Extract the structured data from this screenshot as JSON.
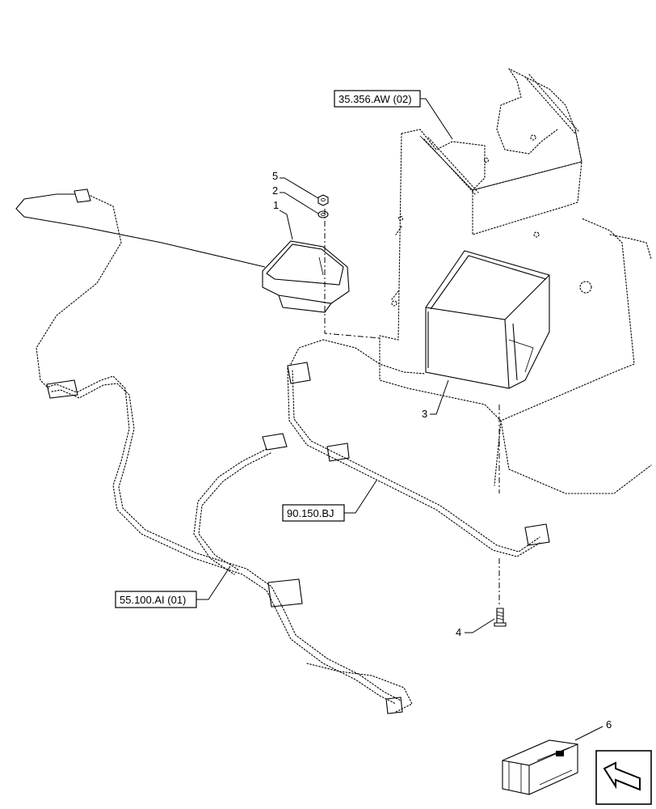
{
  "callouts": {
    "c1": "1",
    "c2": "2",
    "c3": "3",
    "c4": "4",
    "c5": "5",
    "c6": "6"
  },
  "references": {
    "ref_cab": "35.356.AW (02)",
    "ref_harness_right": "90.150.BJ",
    "ref_harness_left": "55.100.AI (01)"
  },
  "icons": {
    "kit_box": "kit-crate-icon",
    "view_arrow": "view-direction-arrow-icon"
  }
}
